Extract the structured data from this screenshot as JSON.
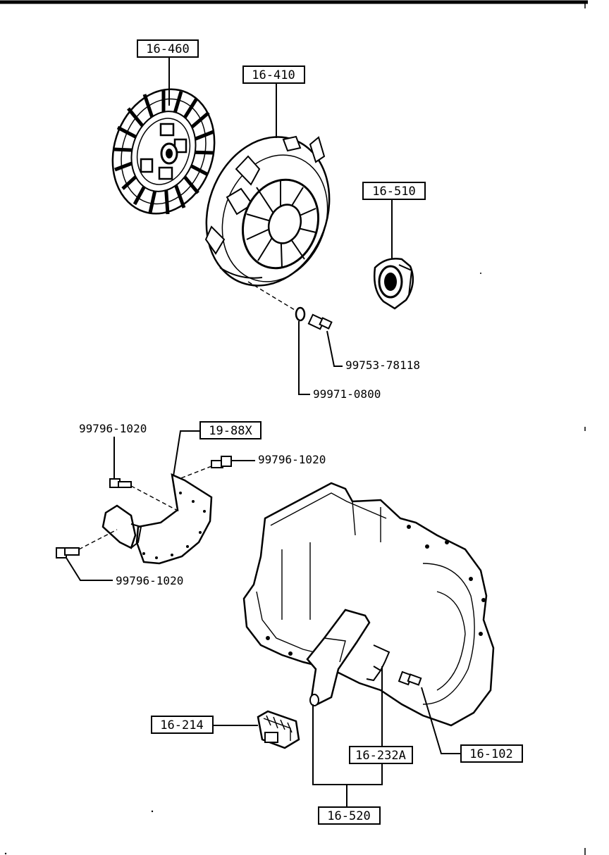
{
  "parts": {
    "clutch_disc": "16-460",
    "clutch_cover": "16-410",
    "release_bearing": "16-510",
    "bolt_cover": "99753-78118",
    "washer_cover": "99971-0800",
    "cover_plate": "19-88X",
    "bolt_plate_top": "99796-1020",
    "bolt_plate_right": "99796-1020",
    "bolt_plate_left": "99796-1020",
    "pivot_bushing": "16-214",
    "release_spring": "16-232A",
    "pivot_stud": "16-102",
    "release_fork": "16-520"
  }
}
